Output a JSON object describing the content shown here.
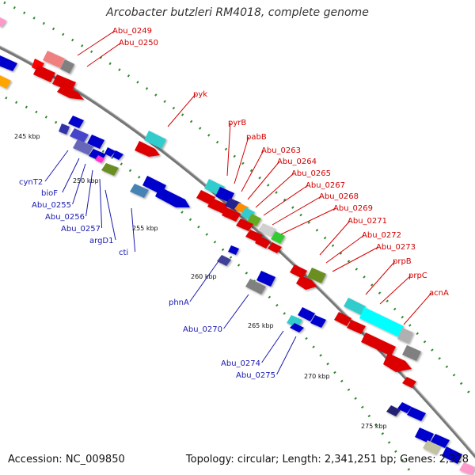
{
  "title": "Arcobacter butzleri RM4018, complete genome",
  "footer": {
    "accession": "Accession: NC_009850",
    "summary": "Topology: circular; Length: 2,341,251 bp; Genes: 2,328"
  },
  "colors": {
    "backbone": "#8c8c8c",
    "tick": "#2e8b2e",
    "label_forward": "#d40000",
    "label_reverse": "#1a1ab0",
    "kbp_text": "#111111"
  },
  "kbp_ticks": [
    "245 kbp",
    "250 kbp",
    "255 kbp",
    "260 kbp",
    "265 kbp",
    "270 kbp",
    "275 kbp"
  ],
  "gene_labels_forward": [
    "Abu_0249",
    "Abu_0250",
    "pyk",
    "pyrB",
    "pabB",
    "Abu_0263",
    "Abu_0264",
    "Abu_0265",
    "Abu_0267",
    "Abu_0268",
    "Abu_0269",
    "Abu_0271",
    "Abu_0272",
    "Abu_0273",
    "prpB",
    "prpC",
    "acnA"
  ],
  "gene_labels_reverse": [
    "cynT2",
    "bioF",
    "Abu_0255",
    "Abu_0256",
    "Abu_0257",
    "argD1",
    "cti",
    "phnA",
    "Abu_0270",
    "Abu_0274",
    "Abu_0275"
  ]
}
